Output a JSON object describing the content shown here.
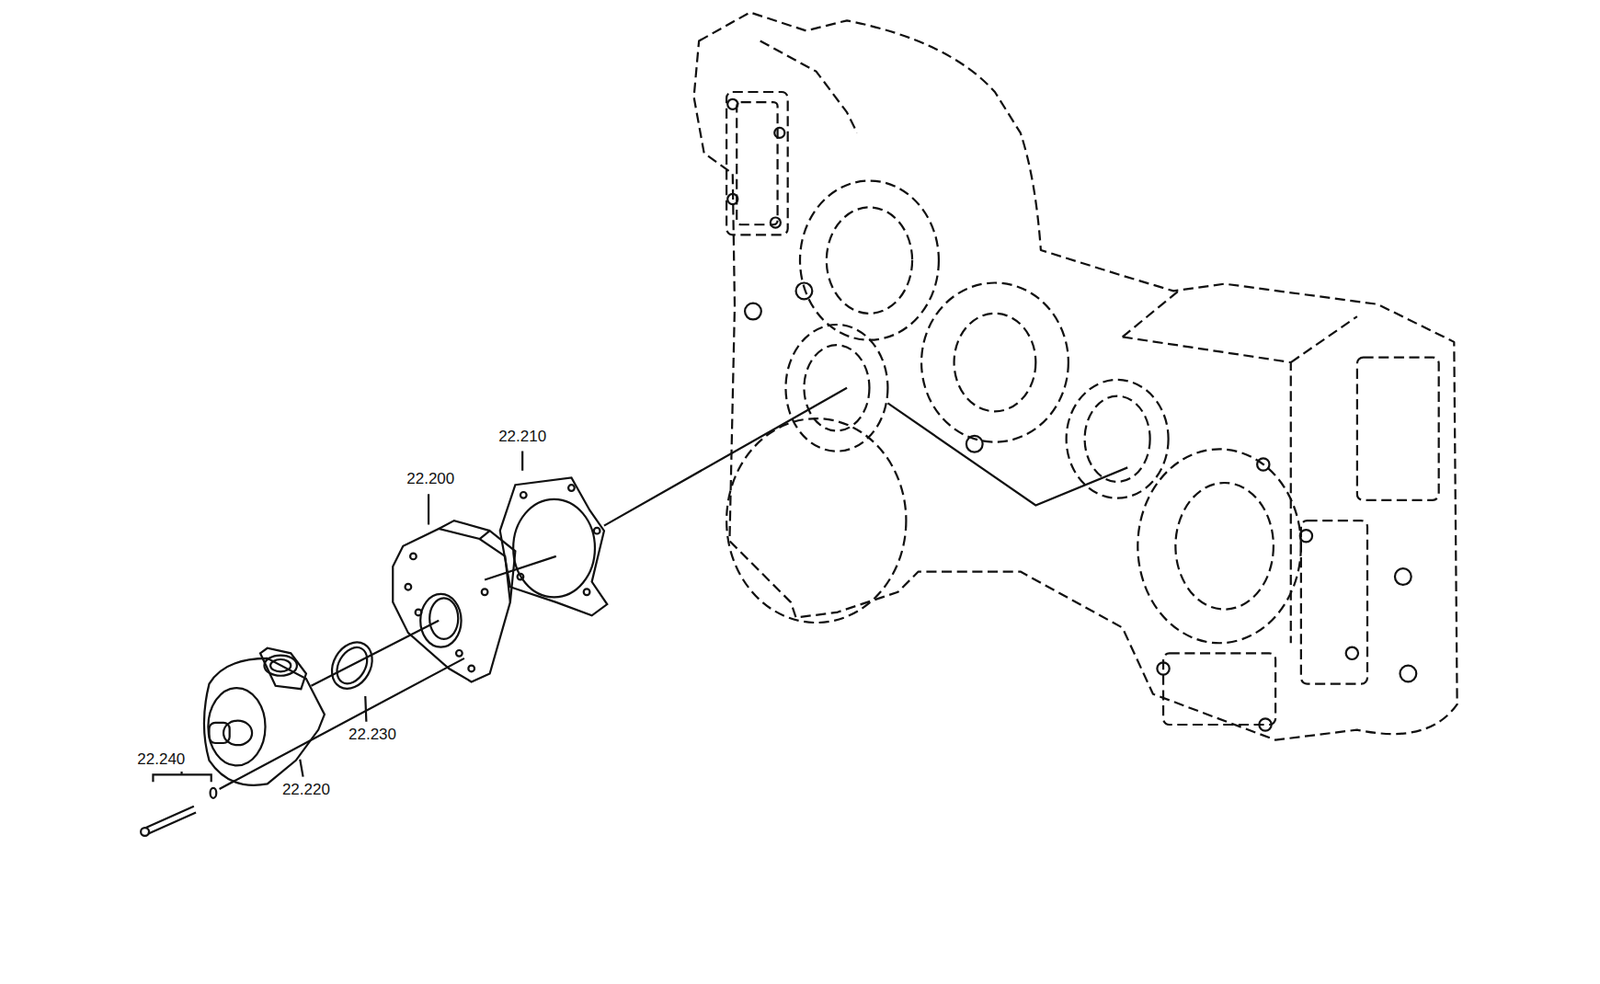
{
  "diagram": {
    "labels": [
      "22.210",
      "22.200",
      "22.240",
      "22.230",
      "22.220"
    ]
  }
}
